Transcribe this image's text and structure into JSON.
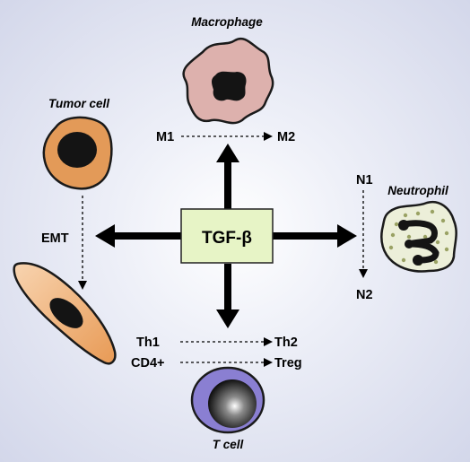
{
  "center": {
    "label": "TGF-β",
    "fill": "#e7f4c6"
  },
  "macrophage": {
    "title": "Macrophage",
    "from": "M1",
    "to": "M2",
    "fill": "#ddb1ad",
    "nucleus": "#141414"
  },
  "tumor": {
    "title": "Tumor cell",
    "process": "EMT",
    "fill": "#e39a58",
    "fill_light": "#f3c39a"
  },
  "neutrophil": {
    "title": "Neutrophil",
    "from": "N1",
    "to": "N2",
    "fill": "#ecefd9",
    "granule": "#9aa264"
  },
  "tcell": {
    "title": "T cell",
    "conversions": [
      {
        "from": "Th1",
        "to": "Th2"
      },
      {
        "from": "CD4+",
        "to": "Treg"
      }
    ],
    "fill": "#8a7fd2"
  }
}
